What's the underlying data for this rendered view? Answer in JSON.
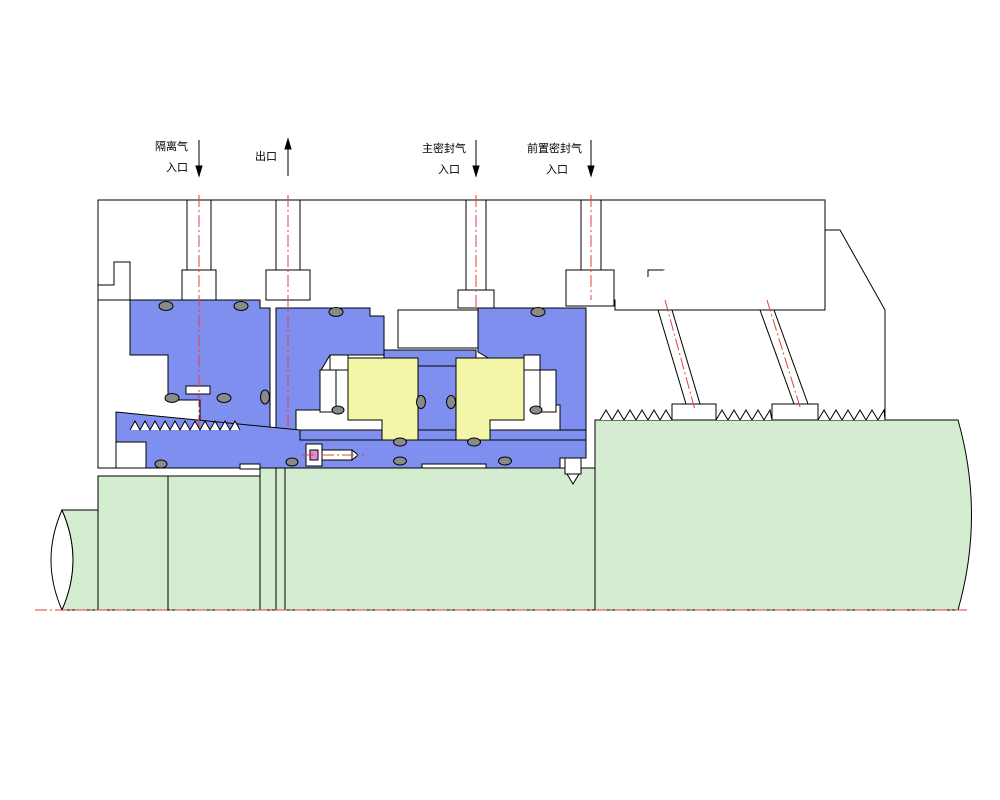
{
  "labels": {
    "isolation_gas_inlet": {
      "line1": "隔离气",
      "line2": "入口"
    },
    "outlet": {
      "line1": "出口"
    },
    "main_seal_gas_inlet": {
      "line1": "主密封气",
      "line2": "入口"
    },
    "pre_seal_gas_inlet": {
      "line1": "前置密封气",
      "line2": "入口"
    }
  },
  "colors": {
    "shaft": "#d4ecd0",
    "sleeve": "#7f8ff0",
    "seal_ring": "#f4f7a8",
    "o_ring": "#8a8a8a",
    "outline": "#000000",
    "centerline": "#e04040"
  }
}
